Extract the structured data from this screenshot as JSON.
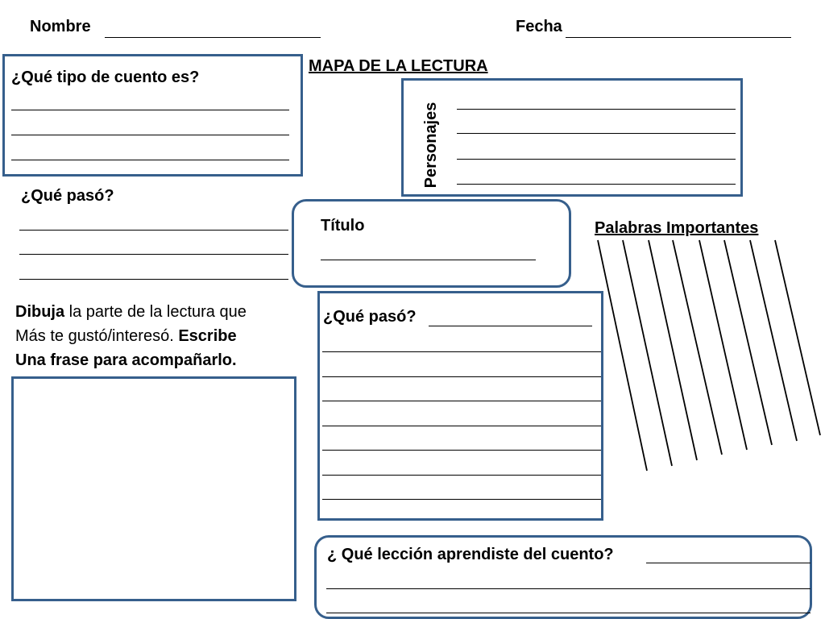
{
  "header": {
    "name_label": "Nombre",
    "date_label": "Fecha",
    "map_title": "MAPA DE LA LECTURA"
  },
  "story_type": {
    "question": "¿Qué tipo de cuento es?"
  },
  "characters": {
    "label": "Personajes"
  },
  "what_happened_left": {
    "question": "¿Qué pasó?"
  },
  "title_box": {
    "label": "Título"
  },
  "important_words": {
    "label": "Palabras Importantes"
  },
  "drawing": {
    "part1_bold": "Dibuja",
    "part2": " la parte de la lectura que",
    "line2_normal": "Más te gustó/interesó. ",
    "line2_bold": "Escribe",
    "line3_bold": "Una frase para acompañarlo."
  },
  "what_happened_center": {
    "question": "¿Qué pasó?"
  },
  "lesson": {
    "question": "¿ Qué lección aprendiste del cuento?"
  },
  "colors": {
    "box_border": "#365f8c",
    "text": "#000000"
  }
}
